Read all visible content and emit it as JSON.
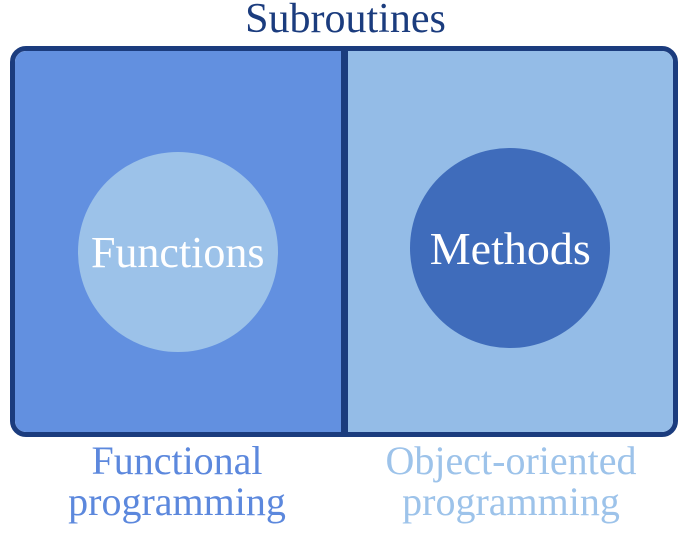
{
  "title": "Subroutines",
  "diagram": {
    "left_panel": {
      "circle_label": "Functions",
      "caption_line1": "Functional",
      "caption_line2": "programming"
    },
    "right_panel": {
      "circle_label": "Methods",
      "caption_line1": "Object-oriented",
      "caption_line2": "programming"
    }
  },
  "colors": {
    "border_navy": "#1b3c7e",
    "left_panel_bg": "#6290e0",
    "right_panel_bg": "#94bce7",
    "left_circle_bg": "#9cc2e9",
    "right_circle_bg": "#3f6cbb",
    "left_caption": "#5c88dd",
    "right_caption": "#9dc3ea",
    "circle_text": "#ffffff"
  }
}
